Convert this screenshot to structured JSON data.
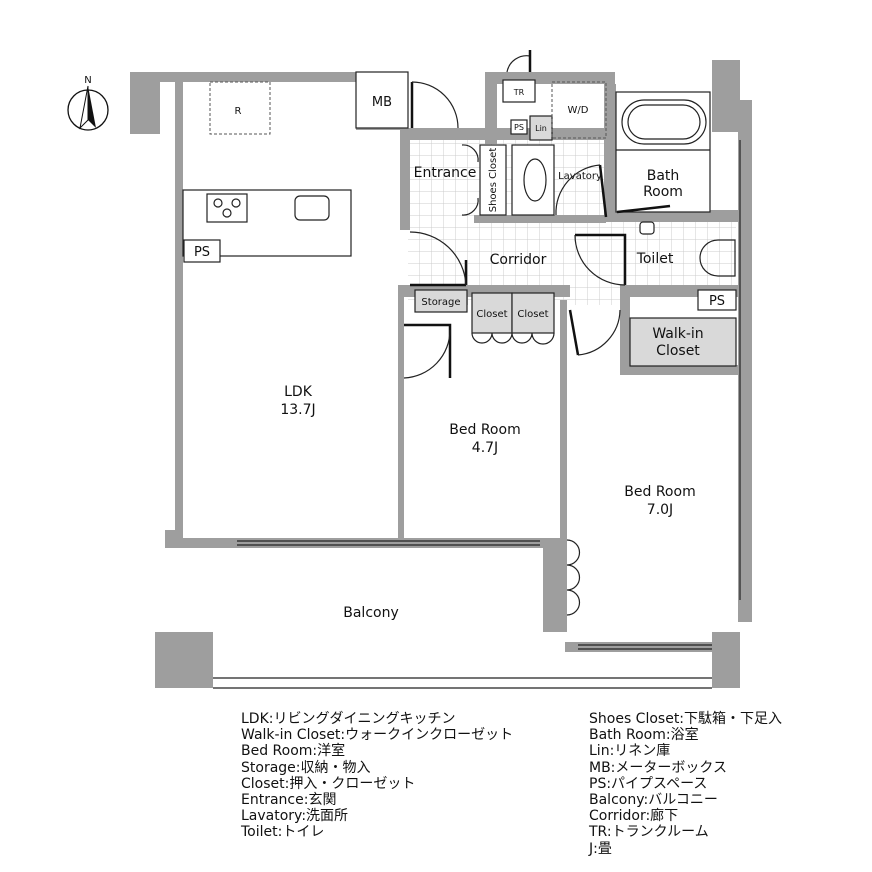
{
  "compass": {
    "label": "N"
  },
  "rooms": {
    "ldk": {
      "name": "LDK",
      "size": "13.7J"
    },
    "bed1": {
      "name": "Bed Room",
      "size": "4.7J"
    },
    "bed2": {
      "name": "Bed Room",
      "size": "7.0J"
    },
    "balcony": "Balcony",
    "entrance": "Entrance",
    "shoes_closet": "Shoes Closet",
    "lavatory": "Lavatory",
    "bath": [
      "Bath",
      "Room"
    ],
    "corridor": "Corridor",
    "toilet": "Toilet",
    "storage": "Storage",
    "closet1": "Closet",
    "closet2": "Closet",
    "walkin": [
      "Walk-in",
      "Closet"
    ],
    "mb": "MB",
    "r": "R",
    "ps_kitchen": "PS",
    "ps_small": "PS",
    "ps_walkin": "PS",
    "tr": "TR",
    "lin": "Lin",
    "wd": "W/D"
  },
  "legend": {
    "left": [
      "LDK:リビングダイニングキッチン",
      "Walk-in Closet:ウォークインクローゼット",
      "Bed Room:洋室",
      "Storage:収納・物入",
      "Closet:押入・クローゼット",
      "Entrance:玄関",
      "Lavatory:洗面所",
      "Toilet:トイレ"
    ],
    "right": [
      "Shoes Closet:下駄箱・下足入",
      "Bath Room:浴室",
      "Lin:リネン庫",
      "MB:メーターボックス",
      "PS:パイプスペース",
      "Balcony:バルコニー",
      "Corridor:廊下",
      "TR:トランクルーム",
      "J:畳"
    ]
  }
}
